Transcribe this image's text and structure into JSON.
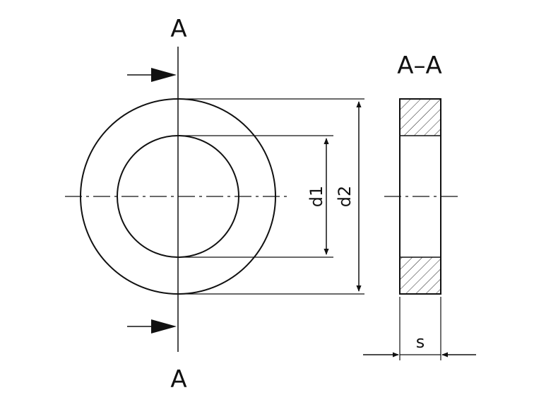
{
  "labels": {
    "section_top": "A",
    "section_bottom": "A",
    "section_view": "A–A",
    "inner_diameter": "d1",
    "outer_diameter": "d2",
    "thickness": "s"
  }
}
